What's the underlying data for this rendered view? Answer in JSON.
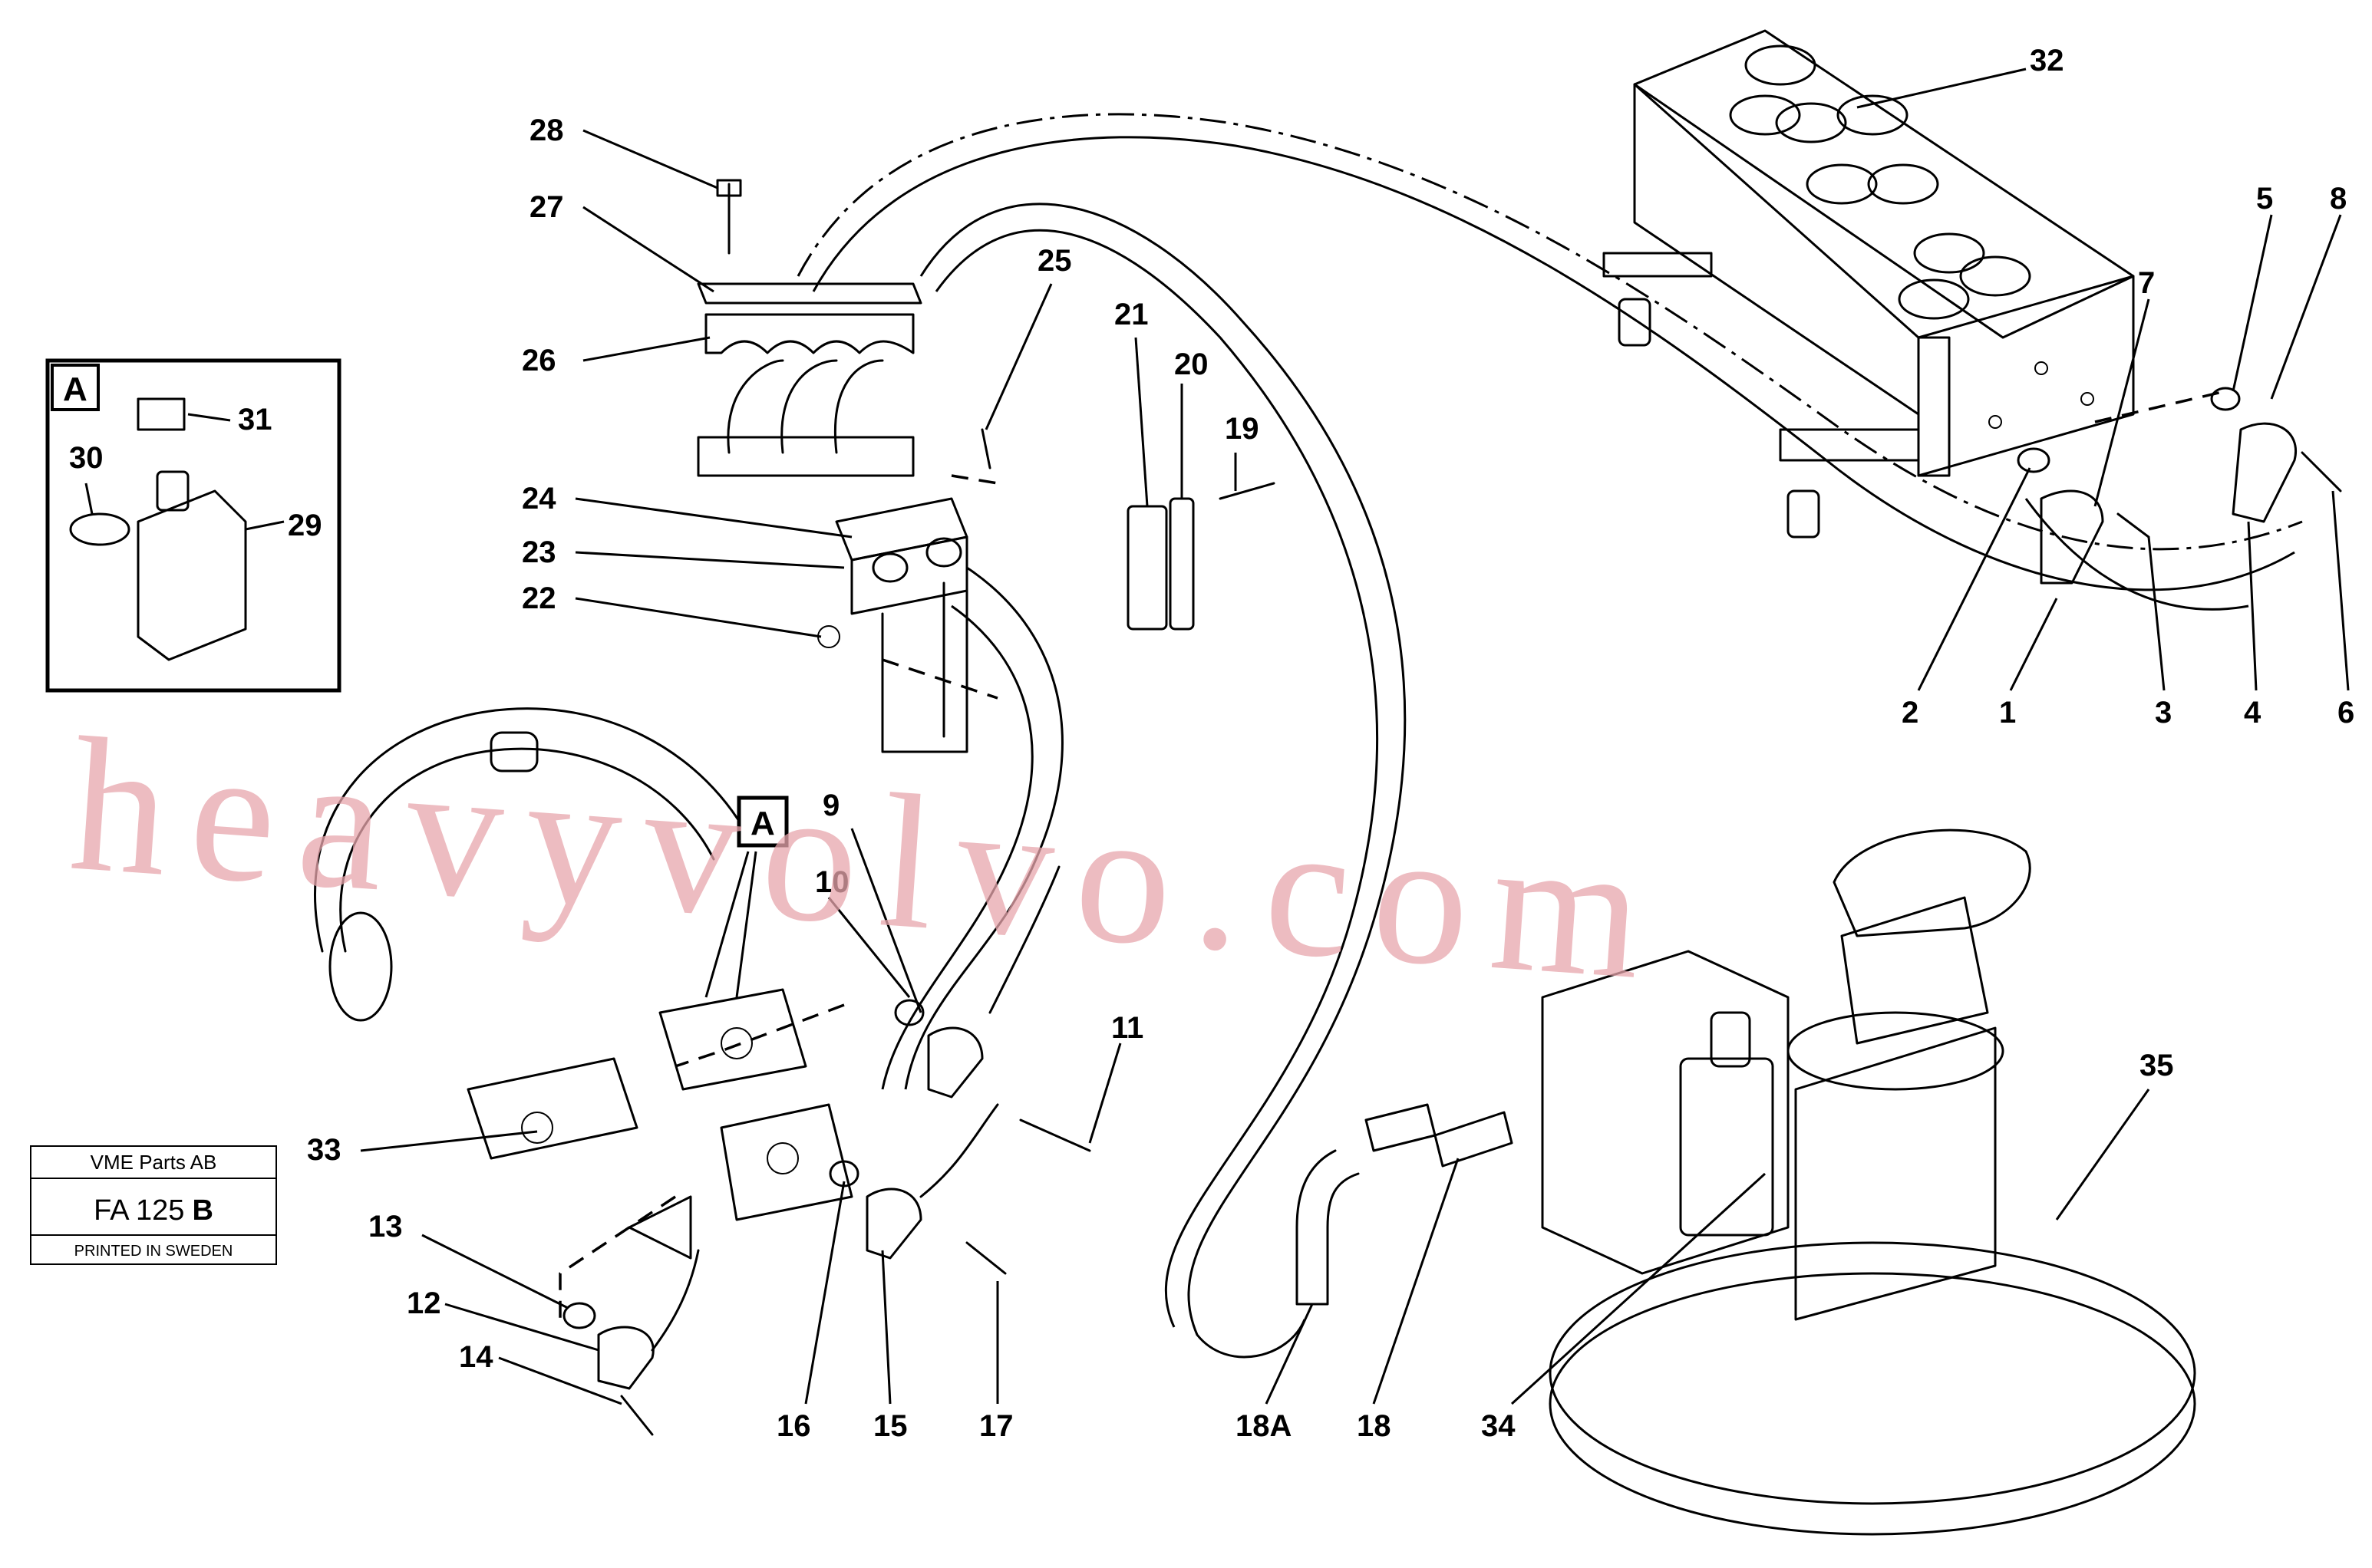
{
  "watermark": "heavyvolvo.com",
  "inset": {
    "letter": "A"
  },
  "view_marker": {
    "letter": "A"
  },
  "title_block": {
    "company": "VME Parts AB",
    "code": "FA 125",
    "code_suffix": "B",
    "printed": "PRINTED IN SWEDEN"
  },
  "callouts": {
    "c1": "1",
    "c2": "2",
    "c3": "3",
    "c4": "4",
    "c5": "5",
    "c6": "6",
    "c7": "7",
    "c8": "8",
    "c9": "9",
    "c10": "10",
    "c11": "11",
    "c12": "12",
    "c13": "13",
    "c14": "14",
    "c15": "15",
    "c16": "16",
    "c17": "17",
    "c18": "18",
    "c18a": "18A",
    "c19": "19",
    "c20": "20",
    "c21": "21",
    "c22": "22",
    "c23": "23",
    "c24": "24",
    "c25": "25",
    "c26": "26",
    "c27": "27",
    "c28": "28",
    "c29": "29",
    "c30": "30",
    "c31": "31",
    "c32": "32",
    "c33": "33",
    "c34": "34",
    "c35": "35"
  }
}
